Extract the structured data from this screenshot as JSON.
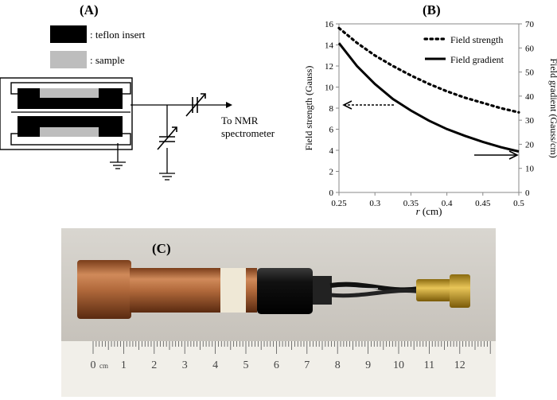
{
  "panels": {
    "a": {
      "label": "(A)",
      "legend": [
        {
          "text": ": teflon insert",
          "color": "#000000"
        },
        {
          "text": ": sample",
          "color": "#bdbdbd"
        }
      ],
      "output_label_lines": [
        "To NMR",
        "spectrometer"
      ]
    },
    "b": {
      "label": "(B)"
    },
    "c": {
      "label": "(C)",
      "ruler_unit": "cm",
      "ruler_numbers": [
        "0",
        "1",
        "2",
        "3",
        "4",
        "5",
        "6",
        "7",
        "8",
        "9",
        "10",
        "11",
        "12"
      ]
    }
  },
  "chart_data": {
    "type": "line",
    "xlabel_italic": "r",
    "xlabel_unit": " (cm)",
    "ylabel": "Field strength (Gauss)",
    "y2label": "Field gradient (Gauss/cm)",
    "xlim": [
      0.25,
      0.5
    ],
    "ylim": [
      0,
      16
    ],
    "y2lim": [
      0,
      70
    ],
    "x_ticks": [
      "0.25",
      "0.3",
      "0.35",
      "0.4",
      "0.45",
      "0.5"
    ],
    "y_ticks": [
      "0",
      "2",
      "4",
      "6",
      "8",
      "10",
      "12",
      "14",
      "16"
    ],
    "y2_ticks": [
      "0",
      "10",
      "20",
      "30",
      "40",
      "50",
      "60",
      "70"
    ],
    "legend_position": "top-right",
    "series": [
      {
        "name": "Field strength",
        "axis": "left",
        "style": "dotted",
        "x": [
          0.25,
          0.275,
          0.3,
          0.325,
          0.35,
          0.375,
          0.4,
          0.425,
          0.45,
          0.475,
          0.5
        ],
        "y": [
          15.6,
          14.2,
          13.0,
          12.0,
          11.1,
          10.3,
          9.6,
          9.0,
          8.5,
          8.0,
          7.6
        ]
      },
      {
        "name": "Field gradient",
        "axis": "right",
        "style": "solid",
        "x": [
          0.25,
          0.275,
          0.3,
          0.325,
          0.35,
          0.375,
          0.4,
          0.425,
          0.45,
          0.475,
          0.5
        ],
        "y": [
          62.0,
          52.5,
          45.0,
          38.8,
          34.0,
          29.8,
          26.3,
          23.5,
          21.0,
          18.8,
          17.0
        ]
      }
    ]
  },
  "colors": {
    "copper": "#b06a3c",
    "photo_bg": "#d8d4cd",
    "ruler": "#f1efe9"
  }
}
